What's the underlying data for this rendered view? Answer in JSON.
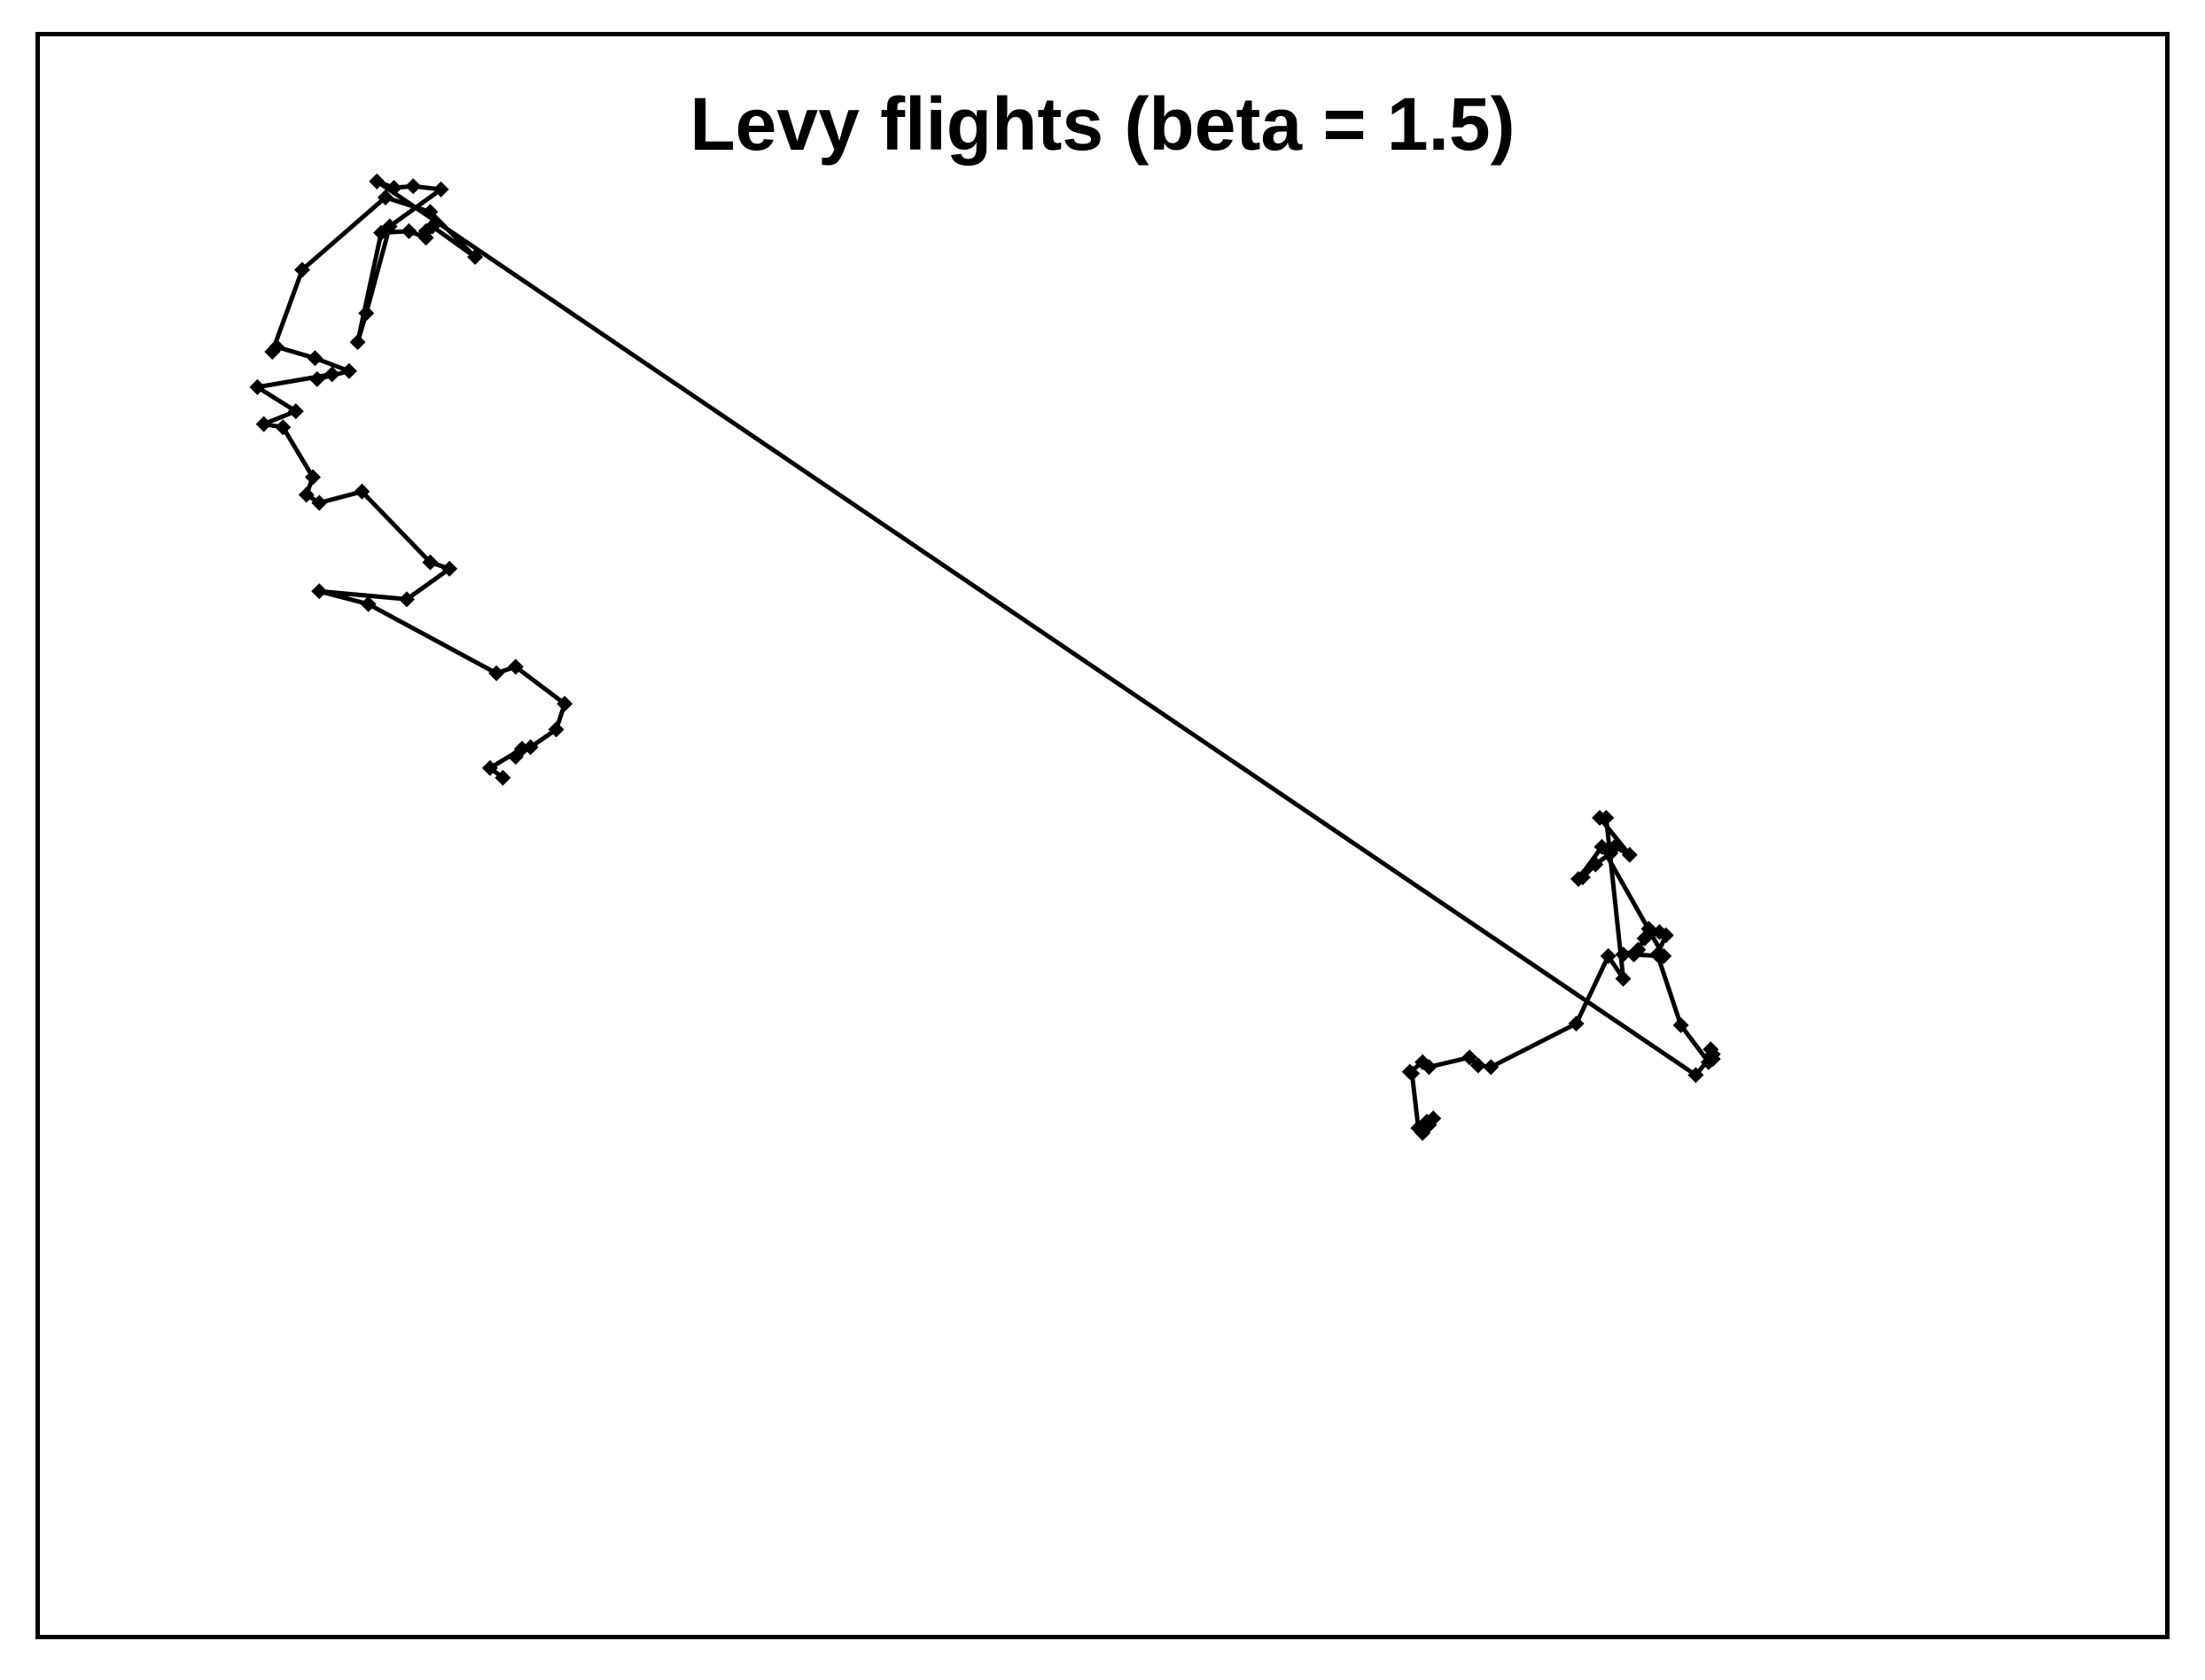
{
  "chart_data": {
    "type": "line",
    "title": "Levy flights (beta = 1.5)",
    "xlabel": "",
    "ylabel": "",
    "axes_visible": false,
    "grid": false,
    "line_color": "#000000",
    "marker": "diamond",
    "xlim": [
      0,
      100
    ],
    "ylim": [
      0,
      100
    ],
    "series": [
      {
        "points": [
          [
            21.9,
            53.6
          ],
          [
            21.3,
            54.2
          ],
          [
            22.8,
            55.4
          ],
          [
            22.5,
            54.9
          ],
          [
            23.2,
            55.5
          ],
          [
            24.4,
            56.6
          ],
          [
            24.8,
            58.2
          ],
          [
            22.5,
            60.5
          ],
          [
            21.6,
            60.1
          ],
          [
            15.6,
            64.4
          ],
          [
            13.3,
            65.2
          ],
          [
            17.4,
            64.7
          ],
          [
            19.4,
            66.6
          ],
          [
            18.5,
            67.0
          ],
          [
            15.3,
            71.4
          ],
          [
            13.3,
            70.7
          ],
          [
            12.7,
            71.2
          ],
          [
            13.0,
            72.3
          ],
          [
            11.6,
            75.4
          ],
          [
            10.7,
            75.6
          ],
          [
            12.2,
            76.4
          ],
          [
            10.4,
            77.9
          ],
          [
            13.9,
            78.7
          ],
          [
            13.2,
            78.4
          ],
          [
            14.7,
            78.9
          ],
          [
            13.1,
            79.7
          ],
          [
            11.3,
            80.4
          ],
          [
            11.1,
            80.1
          ],
          [
            12.5,
            85.2
          ],
          [
            16.4,
            89.7
          ],
          [
            18.5,
            88.8
          ],
          [
            20.6,
            86.0
          ],
          [
            18.6,
            87.9
          ],
          [
            18.3,
            87.6
          ],
          [
            18.3,
            87.2
          ],
          [
            17.5,
            87.6
          ],
          [
            16.2,
            87.5
          ],
          [
            15.1,
            80.7
          ],
          [
            15.5,
            82.5
          ],
          [
            16.6,
            87.9
          ],
          [
            19.0,
            90.2
          ],
          [
            17.7,
            90.4
          ],
          [
            16.8,
            90.3
          ],
          [
            16.0,
            90.7
          ],
          [
            77.8,
            35.1
          ],
          [
            78.6,
            36.4
          ],
          [
            78.5,
            36.7
          ],
          [
            78.6,
            36.1
          ],
          [
            78.4,
            35.9
          ],
          [
            77.1,
            38.2
          ],
          [
            76.0,
            42.6
          ],
          [
            76.4,
            43.8
          ],
          [
            75.6,
            44.2
          ],
          [
            76.1,
            44.0
          ],
          [
            75.4,
            43.6
          ],
          [
            75.1,
            42.9
          ],
          [
            74.4,
            42.6
          ],
          [
            74.9,
            42.6
          ],
          [
            76.3,
            42.5
          ],
          [
            73.4,
            49.3
          ],
          [
            72.3,
            47.3
          ],
          [
            72.5,
            47.4
          ],
          [
            73.1,
            48.2
          ],
          [
            73.8,
            48.9
          ],
          [
            74.0,
            49.3
          ],
          [
            74.7,
            48.8
          ],
          [
            73.3,
            51.1
          ],
          [
            73.6,
            51.1
          ],
          [
            74.4,
            41.1
          ],
          [
            73.7,
            42.5
          ],
          [
            72.2,
            38.3
          ],
          [
            68.2,
            35.6
          ],
          [
            67.6,
            35.7
          ],
          [
            67.2,
            36.2
          ],
          [
            65.3,
            35.6
          ],
          [
            65.0,
            35.9
          ],
          [
            64.4,
            35.3
          ],
          [
            64.5,
            35.2
          ],
          [
            64.8,
            31.8
          ],
          [
            65.0,
            31.5
          ],
          [
            65.5,
            32.4
          ],
          [
            65.2,
            32.2
          ],
          [
            65.3,
            32.0
          ]
        ]
      }
    ]
  }
}
